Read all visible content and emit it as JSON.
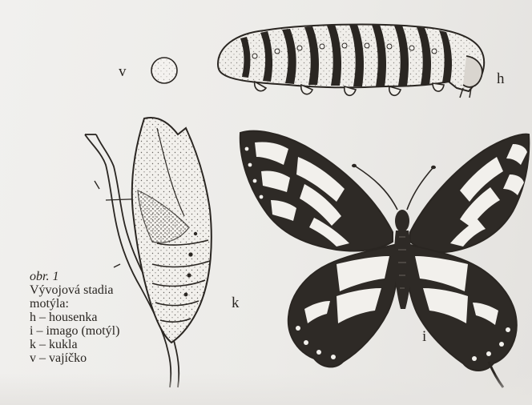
{
  "labels": {
    "egg": "v",
    "caterpillar": "h",
    "pupa": "k",
    "imago": "i"
  },
  "caption": {
    "title": "obr. 1",
    "heading_line1": "Vývojová stadia",
    "heading_line2": "motýla:",
    "items": [
      "h – housenka",
      "i – imago (motýl)",
      "k – kukla",
      "v – vajíčko"
    ]
  },
  "colors": {
    "ink": "#2a2622",
    "paper": "#ecebe8"
  }
}
